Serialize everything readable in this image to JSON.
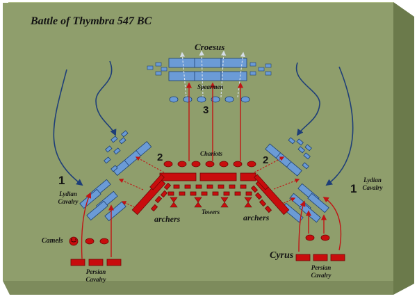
{
  "title": "Battle of Thymbra 547 BC",
  "labels": {
    "croesus": "Croesus",
    "spearmen": "Spearmen",
    "chariots": "Chariots",
    "towers": "Towers",
    "archers_left": "archers",
    "archers_right": "archers",
    "lydian_cavalry_left": "Lydian Cavalry",
    "lydian_cavalry_right": "Lydian Cavalry",
    "camels": "Camels",
    "cyrus": "Cyrus",
    "persian_cavalry_left": "Persian Cavalry",
    "persian_cavalry_right": "Persian Cavalry"
  },
  "phase_numbers": {
    "left_flank": "1",
    "right_flank": "1",
    "left_archers": "2",
    "right_archers": "2",
    "center": "3"
  },
  "colors": {
    "board_face": "#8f9e6c",
    "board_top": "#b3c08d",
    "board_side": "#6b7a4b",
    "lydian": "#6b9bd6",
    "persian": "#c80d0d",
    "arrow_red": "#c01414",
    "arrow_blue": "#1e3e78",
    "arrow_pale": "#d4dde8"
  }
}
